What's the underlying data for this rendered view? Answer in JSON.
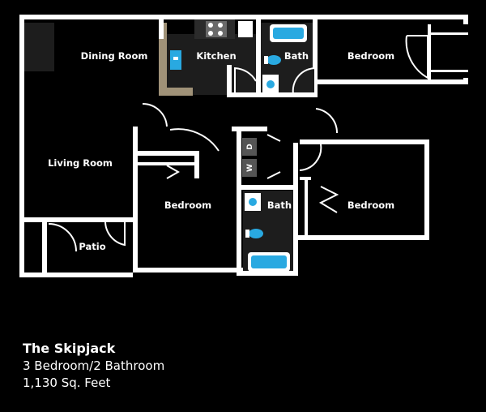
{
  "colors": {
    "background": "#000000",
    "wall": "#ffffff",
    "fixture": "#29a9e1",
    "counter": "#a09278",
    "appliance": "#555555",
    "tile": "#1d1d1d"
  },
  "rooms": {
    "dining": "Dining Room",
    "kitchen": "Kitchen",
    "bath_top": "Bath",
    "bedroom_top": "Bedroom",
    "living": "Living Room",
    "bedroom_middle": "Bedroom",
    "bath_middle": "Bath",
    "bedroom_right": "Bedroom",
    "patio": "Patio"
  },
  "appliances": {
    "washer": "W",
    "dryer": "D"
  },
  "info": {
    "title": "The Skipjack",
    "rooms": "3 Bedroom/2 Bathroom",
    "area": "1,130 Sq. Feet"
  }
}
